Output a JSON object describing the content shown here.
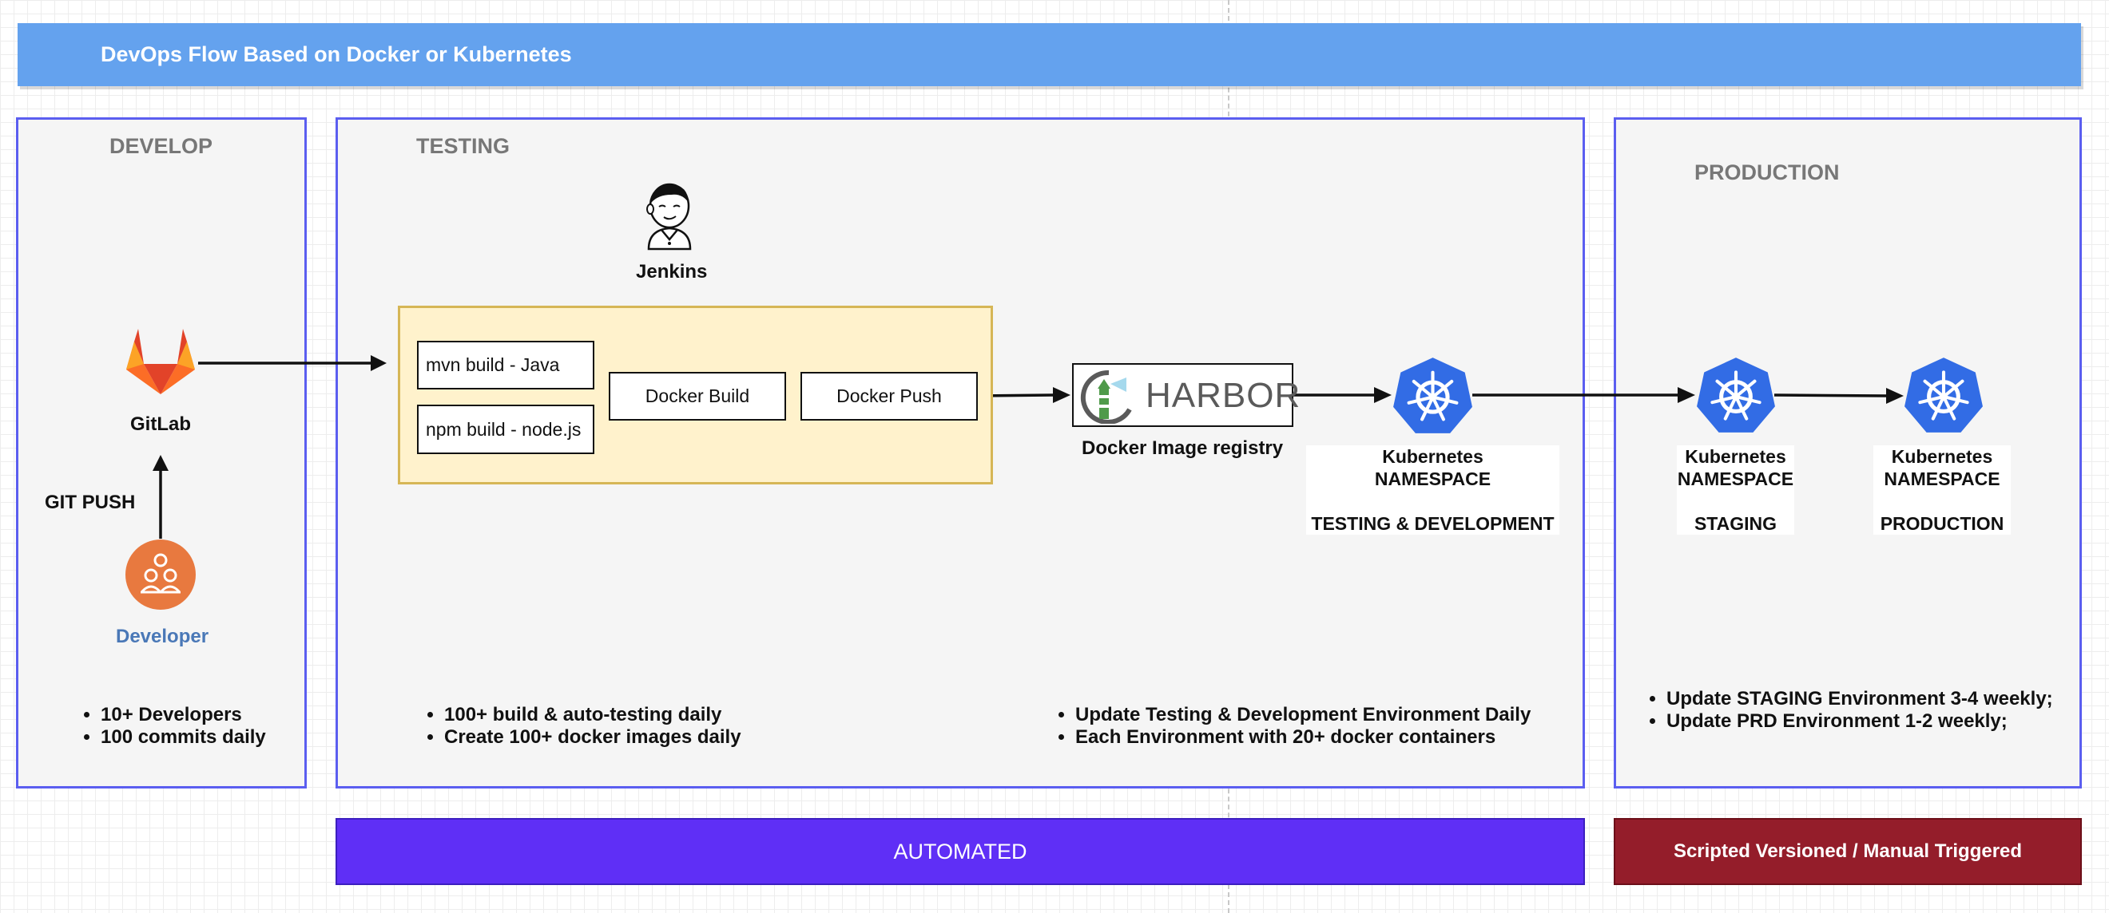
{
  "title": "DevOps Flow Based on Docker or Kubernetes",
  "stages": {
    "develop": {
      "label": "DEVELOP",
      "gitlab_label": "GitLab",
      "git_push_label": "GIT PUSH",
      "developer_label": "Developer",
      "bullets": [
        "10+ Developers",
        "100 commits daily"
      ]
    },
    "testing": {
      "label": "TESTING",
      "jenkins_label": "Jenkins",
      "builds": [
        "mvn build - Java",
        "npm build - node.js"
      ],
      "docker_build": "Docker Build",
      "docker_push": "Docker Push",
      "harbor_logo": "HARBOR",
      "registry_label": "Docker Image registry",
      "k8s_label": "Kubernetes\nNAMESPACE\n\nTESTING & DEVELOPMENT",
      "bullets_left": [
        "100+ build & auto-testing daily",
        "Create 100+ docker images daily"
      ],
      "bullets_right": [
        "Update Testing & Development Environment Daily",
        "Each Environment with 20+ docker containers"
      ]
    },
    "production": {
      "label": "PRODUCTION",
      "k8s_staging_label": "Kubernetes\nNAMESPACE\n\nSTAGING",
      "k8s_production_label": "Kubernetes\nNAMESPACE\n\nPRODUCTION",
      "bullets": [
        "Update STAGING Environment 3-4 weekly;",
        "Update PRD Environment 1-2 weekly;"
      ]
    }
  },
  "footer": {
    "automated": "AUTOMATED",
    "manual": "Scripted Versioned / Manual Triggered"
  },
  "colors": {
    "title_bar": "#64a2ee",
    "panel_border": "#5b5ef0",
    "automated_bar": "#5f2ff6",
    "manual_bar": "#941d2a",
    "kubernetes": "#326ce5",
    "gitlab": "#e24329",
    "developer": "#e8793f",
    "jenkins_box_fill": "#fff2cc",
    "jenkins_box_border": "#d6b656"
  },
  "icons": [
    "gitlab-icon",
    "developer-icon",
    "jenkins-icon",
    "harbor-logo",
    "kubernetes-icon"
  ]
}
